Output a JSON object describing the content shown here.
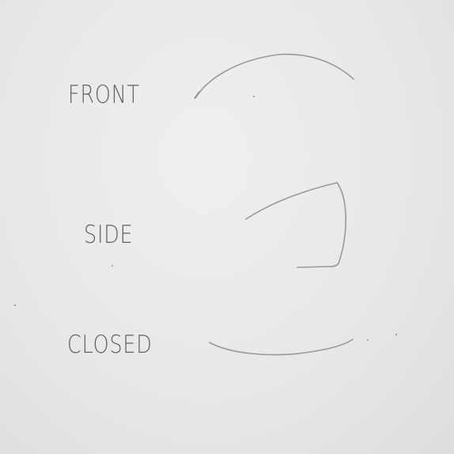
{
  "labels": {
    "front": "FRONT",
    "side": "SIDE",
    "closed": "CLOSED"
  },
  "colors": {
    "paper": "#e9e9e9",
    "pencil": "#8c8c8c",
    "lettering": "#4a4a4a"
  }
}
